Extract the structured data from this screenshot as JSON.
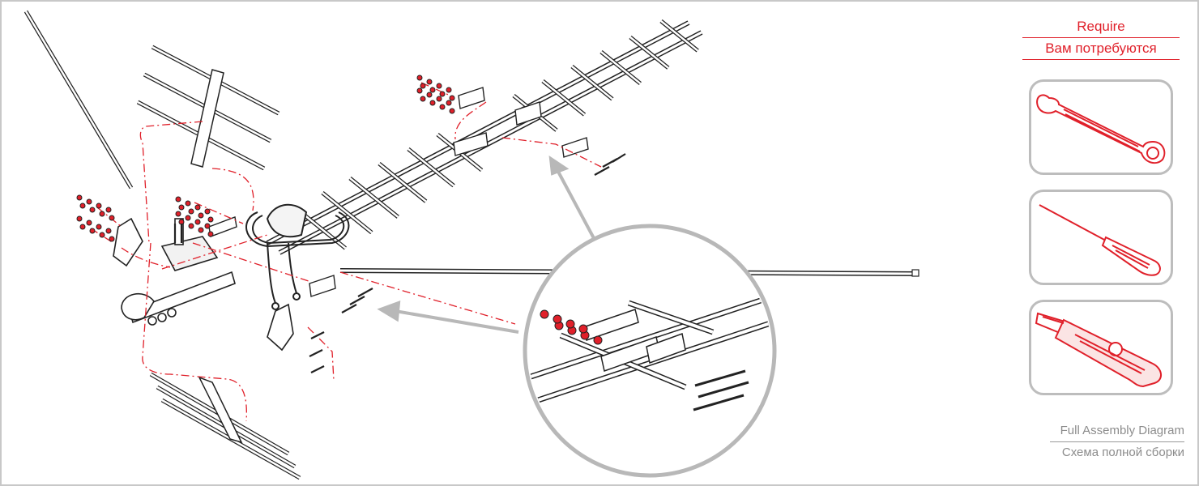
{
  "require": {
    "title_en": "Require",
    "title_ru": "Вам потребуются"
  },
  "tools": [
    {
      "name": "wrench-icon"
    },
    {
      "name": "screwdriver-icon"
    },
    {
      "name": "utility-knife-icon"
    }
  ],
  "footer": {
    "title_en": "Full Assembly Diagram",
    "title_ru": "Схема полной сборки"
  },
  "colors": {
    "accent": "#e0202a",
    "outline": "#222222",
    "callout": "#b8b8b8",
    "muted_text": "#8c8c8c"
  }
}
